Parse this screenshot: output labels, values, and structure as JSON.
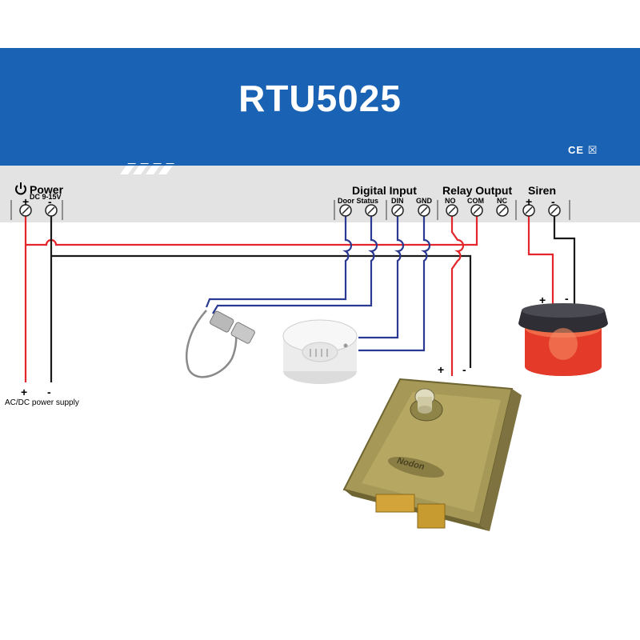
{
  "header": {
    "title": "RTU5025",
    "certifications": "CE ☒"
  },
  "power": {
    "label": "Power",
    "voltage": "DC 9-15V",
    "plus": "+",
    "minus": "-"
  },
  "digital_input": {
    "label": "Digital Input",
    "terminals": [
      "Door Status",
      "DIN",
      "GND"
    ]
  },
  "relay_output": {
    "label": "Relay Output",
    "terminals": [
      "NO",
      "COM",
      "NC"
    ]
  },
  "siren": {
    "label": "Siren",
    "plus": "+",
    "minus": "-"
  },
  "devices": {
    "siren_plus": "+",
    "siren_minus": "-",
    "lock_plus": "+",
    "lock_minus": "-",
    "lock_brand": "Nodon"
  },
  "supply": {
    "plus": "+",
    "minus": "-",
    "label": "AC/DC power supply"
  },
  "colors": {
    "header_blue": "#1a62b4",
    "wire_red": "#e2262b",
    "wire_blue": "#2b3990",
    "wire_black": "#1a1a1a"
  }
}
